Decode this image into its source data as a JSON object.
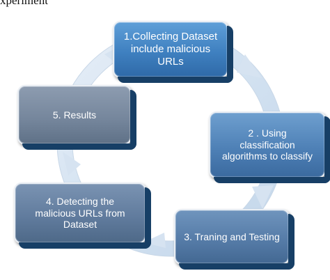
{
  "header": {
    "text": "xperiment"
  },
  "diagram": {
    "steps": [
      {
        "label": "1.Collecting Dataset include malicious URLs",
        "lines": [
          "1.Collecting Dataset",
          "include malicious",
          "URLs"
        ]
      },
      {
        "label": "2 . Using classification algorithms to classify",
        "lines": [
          "2 . Using",
          "classification",
          "algorithms to classify"
        ]
      },
      {
        "label": "3. Traning and Testing",
        "lines": [
          "3. Traning and Testing"
        ]
      },
      {
        "label": "4. Detecting the malicious URLs from Dataset",
        "lines": [
          "4. Detecting the",
          "malicious URLs from",
          "Dataset"
        ]
      },
      {
        "label": "5. Results",
        "lines": [
          "5. Results"
        ]
      }
    ],
    "colors": {
      "ring": "#dbe7f3",
      "step_1": "#4a8bca",
      "step_2": "#4f80b5",
      "step_3": "#577da8",
      "step_4": "#627c9c",
      "step_5": "#788a9f"
    }
  }
}
